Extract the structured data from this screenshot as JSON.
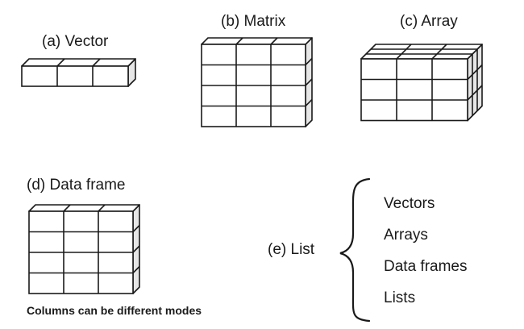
{
  "vector": {
    "label": "(a) Vector"
  },
  "matrix": {
    "label": "(b) Matrix"
  },
  "array": {
    "label": "(c) Array"
  },
  "data_frame": {
    "label": "(d) Data frame",
    "caption": "Columns can be different modes"
  },
  "list": {
    "label": "(e) List",
    "items": [
      "Vectors",
      "Arrays",
      "Data frames",
      "Lists"
    ]
  },
  "colors": {
    "stroke": "#1a1a1a",
    "front_face": "#ffffff",
    "top_face": "#ffffff",
    "side_face": "#e6e6e6"
  }
}
